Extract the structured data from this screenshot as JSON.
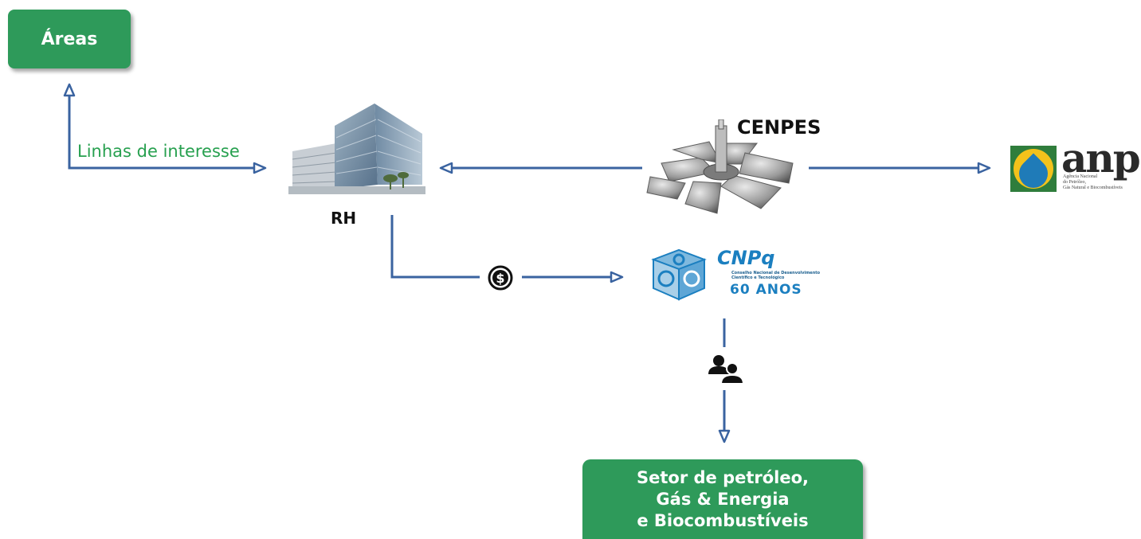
{
  "boxes": {
    "areas": "Áreas",
    "setor": [
      "Setor de petróleo,",
      "Gás & Energia",
      "e Biocombustíveis"
    ]
  },
  "labels": {
    "linhas": "Linhas de interesse",
    "rh": "RH",
    "cenpes": "CENPES"
  },
  "logos": {
    "anp_mark": "anp",
    "anp_sub": [
      "Agência Nacional",
      "do Petróleo,",
      "Gás Natural e Biocombustíveis"
    ],
    "cnpq_name": "CNPq",
    "cnpq_sub": [
      "Conselho Nacional de Desenvolvimento",
      "Científico e Tecnológico"
    ],
    "cnpq_anos": "60 ANOS"
  },
  "icons": {
    "money": "dollar-coin-icon",
    "people": "people-icon"
  },
  "colors": {
    "green": "#2e9a5a",
    "arrow": "#3a63a0",
    "cnpq": "#1b7fc0"
  }
}
